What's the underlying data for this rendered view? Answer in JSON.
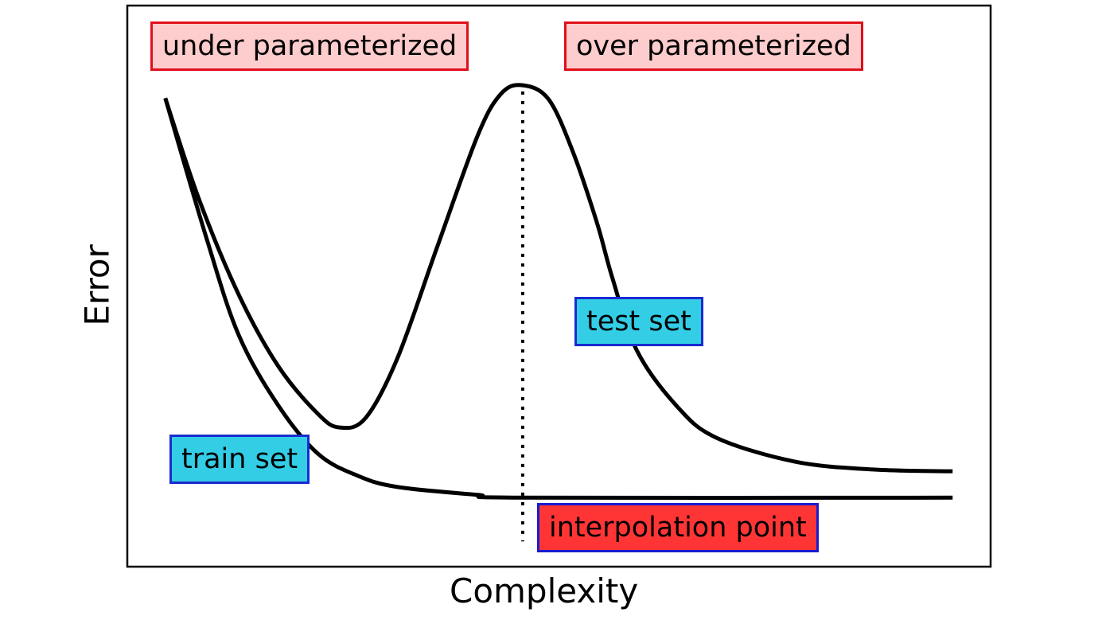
{
  "chart_data": {
    "type": "line",
    "title": "",
    "xlabel": "Complexity",
    "ylabel": "Error",
    "xlim": [
      0,
      10
    ],
    "ylim": [
      0,
      10
    ],
    "grid": false,
    "series": [
      {
        "name": "train set",
        "x": [
          0.44,
          0.92,
          1.29,
          1.75,
          2.21,
          2.67,
          3.13,
          4.06,
          4.58,
          9.56
        ],
        "y": [
          8.35,
          5.84,
          4.13,
          2.87,
          2.01,
          1.62,
          1.42,
          1.28,
          1.23,
          1.23
        ]
      },
      {
        "name": "test set",
        "x": [
          0.44,
          0.83,
          1.29,
          1.75,
          2.21,
          2.46,
          2.76,
          3.13,
          3.59,
          4.06,
          4.33,
          4.58,
          4.88,
          5.16,
          5.44,
          5.62,
          5.9,
          6.36,
          6.82,
          7.74,
          8.66,
          9.56
        ],
        "y": [
          8.35,
          6.55,
          4.85,
          3.57,
          2.72,
          2.48,
          2.65,
          3.72,
          5.7,
          7.69,
          8.43,
          8.58,
          8.33,
          7.4,
          6.13,
          5.14,
          3.86,
          2.87,
          2.3,
          1.87,
          1.73,
          1.7
        ]
      }
    ],
    "interpolation_x": 4.58,
    "interpolation_y_range": [
      0.45,
      8.47
    ],
    "annotations": {
      "under": "under parameterized",
      "over": "over parameterized",
      "train": "train set",
      "test": "test set",
      "interp": "interpolation point"
    }
  }
}
